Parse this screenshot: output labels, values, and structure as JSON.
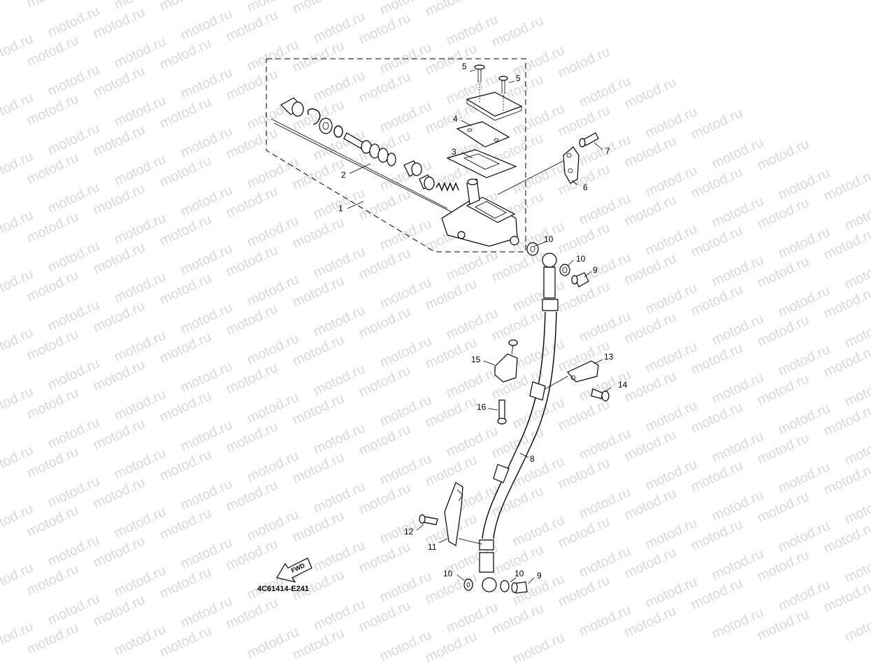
{
  "watermark": {
    "text": "motod.ru",
    "color": "#d8d8d8"
  },
  "diagram": {
    "code": "4C61414-E241",
    "fwd_label": "FWD",
    "callouts": [
      {
        "id": "c1",
        "label": "1"
      },
      {
        "id": "c2",
        "label": "2"
      },
      {
        "id": "c3",
        "label": "3"
      },
      {
        "id": "c4",
        "label": "4"
      },
      {
        "id": "c5a",
        "label": "5"
      },
      {
        "id": "c5b",
        "label": "5"
      },
      {
        "id": "c6",
        "label": "6"
      },
      {
        "id": "c7",
        "label": "7"
      },
      {
        "id": "c8",
        "label": "8"
      },
      {
        "id": "c9a",
        "label": "9"
      },
      {
        "id": "c9b",
        "label": "9"
      },
      {
        "id": "c10a",
        "label": "10"
      },
      {
        "id": "c10b",
        "label": "10"
      },
      {
        "id": "c10c",
        "label": "10"
      },
      {
        "id": "c10d",
        "label": "10"
      },
      {
        "id": "c11",
        "label": "11"
      },
      {
        "id": "c12",
        "label": "12"
      },
      {
        "id": "c13",
        "label": "13"
      },
      {
        "id": "c14",
        "label": "14"
      },
      {
        "id": "c15",
        "label": "15"
      },
      {
        "id": "c16",
        "label": "16"
      }
    ]
  }
}
